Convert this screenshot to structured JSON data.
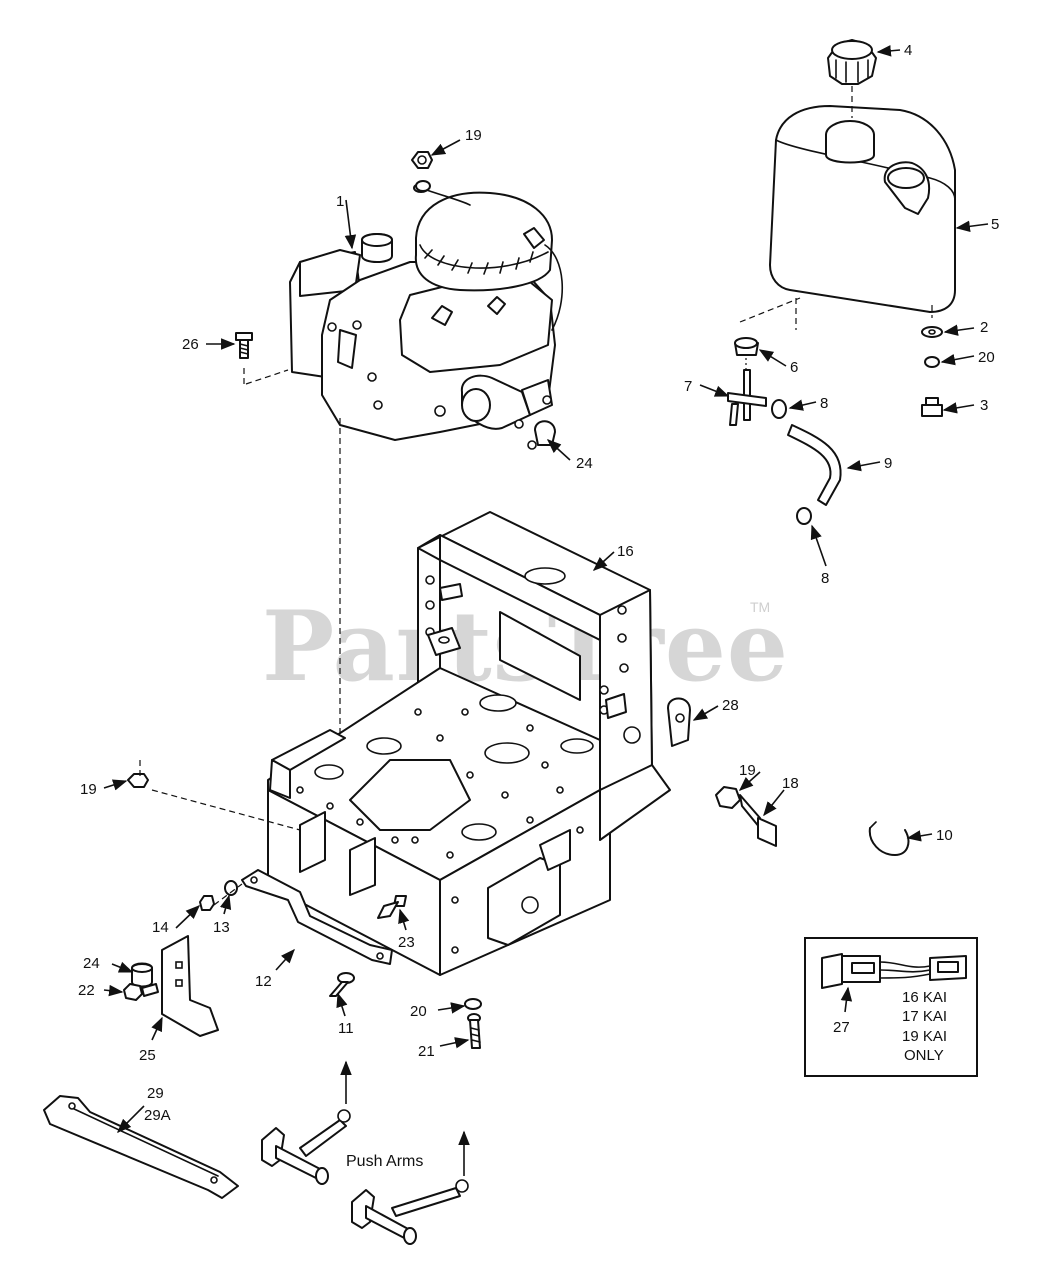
{
  "watermark": {
    "text": "PartsTree",
    "trademark": "TM"
  },
  "callouts": {
    "c1": "1",
    "c2": "2",
    "c3": "3",
    "c4": "4",
    "c5": "5",
    "c6": "6",
    "c7": "7",
    "c8a": "8",
    "c8b": "8",
    "c9": "9",
    "c10": "10",
    "c11": "11",
    "c12": "12",
    "c13": "13",
    "c14": "14",
    "c16": "16",
    "c18": "18",
    "c19a": "19",
    "c19b": "19",
    "c19c": "19",
    "c20a": "20",
    "c20b": "20",
    "c21": "21",
    "c22": "22",
    "c23": "23",
    "c24a": "24",
    "c24b": "24",
    "c25": "25",
    "c26": "26",
    "c27": "27",
    "c28": "28",
    "c29": "29",
    "c29a": "29A"
  },
  "labels": {
    "push_arms": "Push Arms"
  },
  "inset": {
    "lines": [
      "16 KAI",
      "17 KAI",
      "19 KAI",
      "ONLY"
    ]
  }
}
